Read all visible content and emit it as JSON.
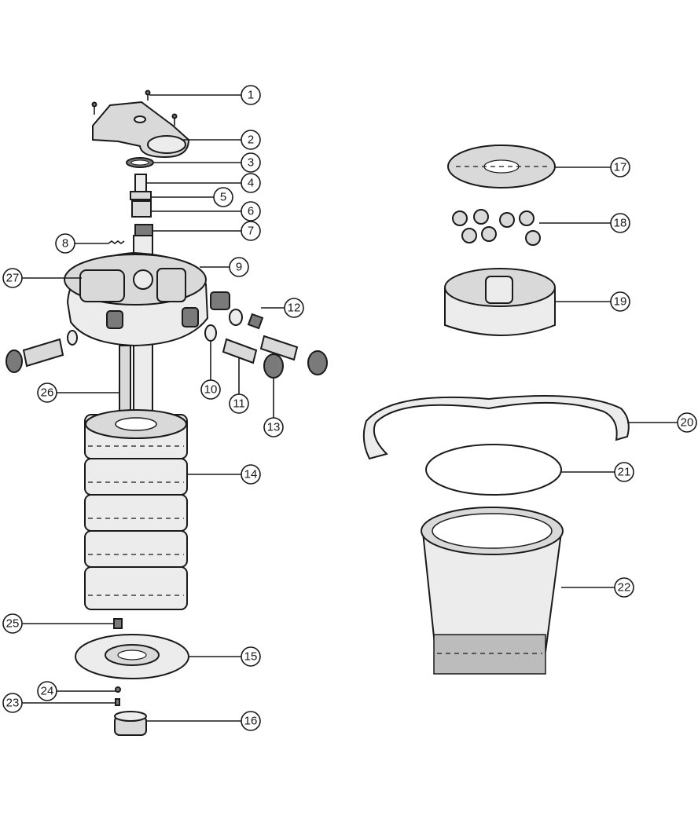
{
  "callouts": [
    {
      "number": "1"
    },
    {
      "number": "2"
    },
    {
      "number": "3"
    },
    {
      "number": "4"
    },
    {
      "number": "5"
    },
    {
      "number": "6"
    },
    {
      "number": "7"
    },
    {
      "number": "8"
    },
    {
      "number": "9"
    },
    {
      "number": "10"
    },
    {
      "number": "11"
    },
    {
      "number": "12"
    },
    {
      "number": "13"
    },
    {
      "number": "14"
    },
    {
      "number": "15"
    },
    {
      "number": "16"
    },
    {
      "number": "17"
    },
    {
      "number": "18"
    },
    {
      "number": "19"
    },
    {
      "number": "20"
    },
    {
      "number": "21"
    },
    {
      "number": "22"
    },
    {
      "number": "23"
    },
    {
      "number": "24"
    },
    {
      "number": "25"
    },
    {
      "number": "26"
    },
    {
      "number": "27"
    }
  ]
}
